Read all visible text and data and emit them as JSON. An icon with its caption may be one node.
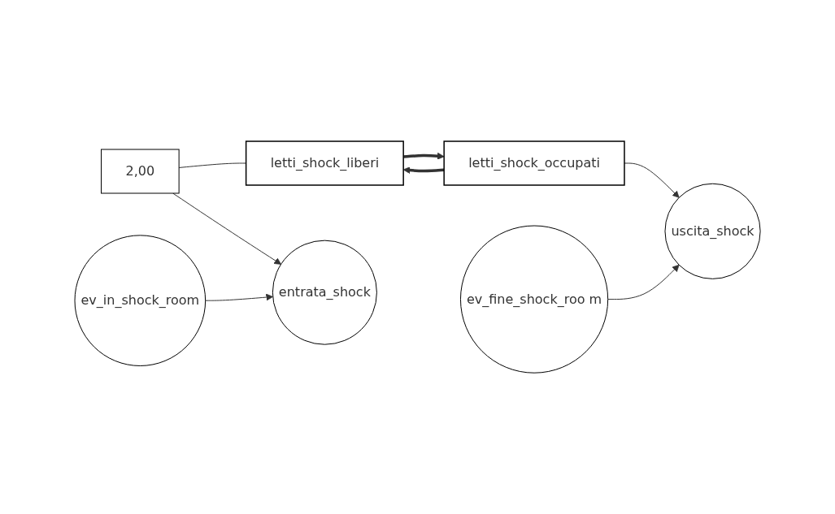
{
  "diagram": {
    "nodes": [
      {
        "text": [
          "2,00"
        ]
      },
      {
        "text": [
          "letti_shock_liberi"
        ]
      },
      {
        "text": [
          "ev_in_shock_room"
        ]
      },
      {
        "text": [
          "entrata_shock"
        ]
      },
      {
        "text": [
          "letti_shock_occupati"
        ]
      },
      {
        "text": [
          "uscita_shock"
        ]
      },
      {
        "text": [
          "ev_fine_shock_roo m"
        ]
      }
    ],
    "edges": [
      {
        "from": 0,
        "to": 1,
        "arrow": "none"
      },
      {
        "from": 0,
        "to": 3,
        "arrow": "to"
      },
      {
        "from": 2,
        "to": 3,
        "arrow": "to"
      },
      {
        "from": 1,
        "to": 4,
        "arrow": "to",
        "style": "thick"
      },
      {
        "from": 4,
        "to": 1,
        "arrow": "to",
        "style": "thick"
      },
      {
        "from": 4,
        "to": 5,
        "arrow": "to"
      },
      {
        "from": 6,
        "to": 5,
        "arrow": "to"
      }
    ]
  }
}
